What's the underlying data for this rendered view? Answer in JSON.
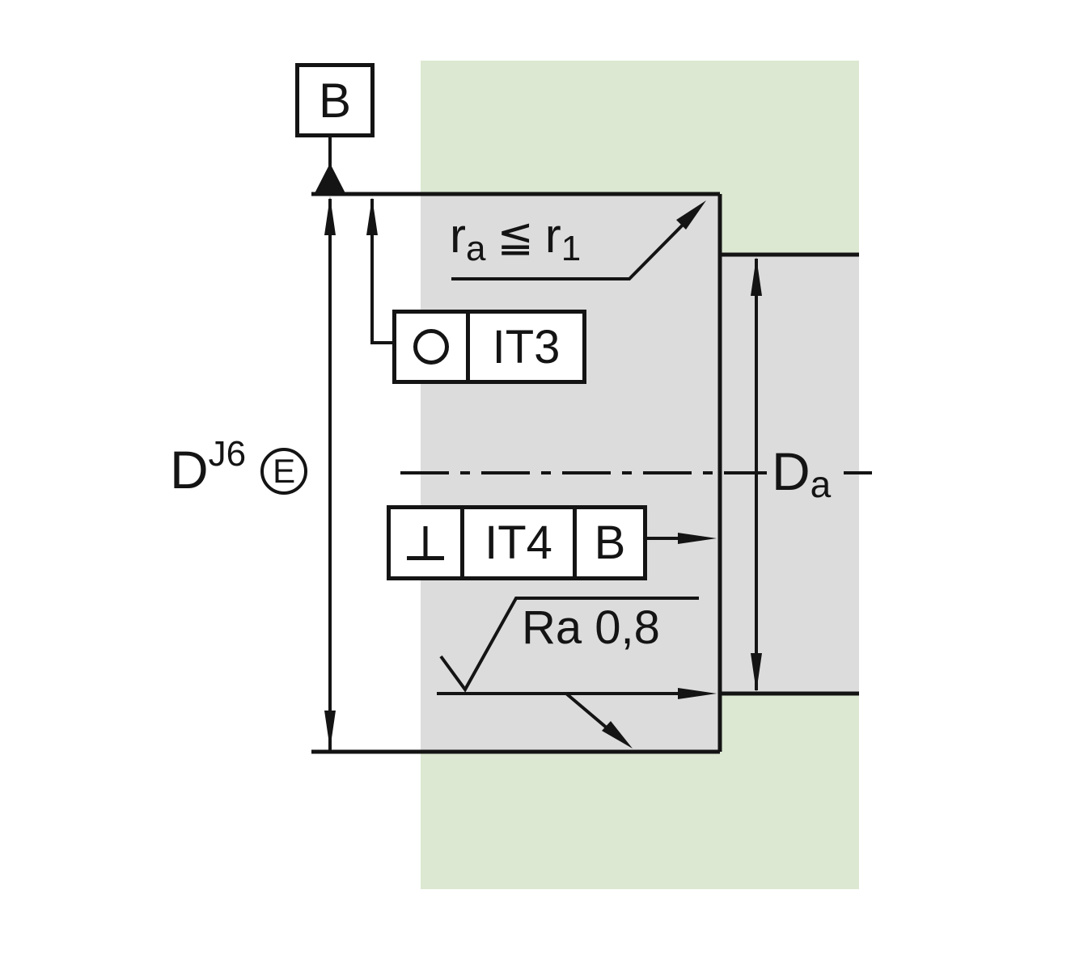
{
  "diagram": {
    "datum": {
      "label": "B"
    },
    "edge_note": {
      "base1": "r",
      "sub1": "a",
      "operator": "≦",
      "base2": "r",
      "sub2": "1"
    },
    "roundness": {
      "tolerance": "IT3"
    },
    "perpendicularity": {
      "tolerance": "IT4",
      "datum": "B"
    },
    "surface": {
      "value": "Ra 0,8"
    },
    "bore": {
      "letter": "D",
      "fit": "J6",
      "envelope": "E"
    },
    "outer": {
      "letter": "D",
      "sub": "a"
    },
    "icons": {
      "roundness": "circle-icon",
      "perpendicularity": "perpendicular-icon",
      "datum": "datum-triangle-icon",
      "surface": "surface-check-icon"
    },
    "colors": {
      "housing": "#dce8d2",
      "section": "#dcdcdc",
      "line": "#141414"
    }
  }
}
